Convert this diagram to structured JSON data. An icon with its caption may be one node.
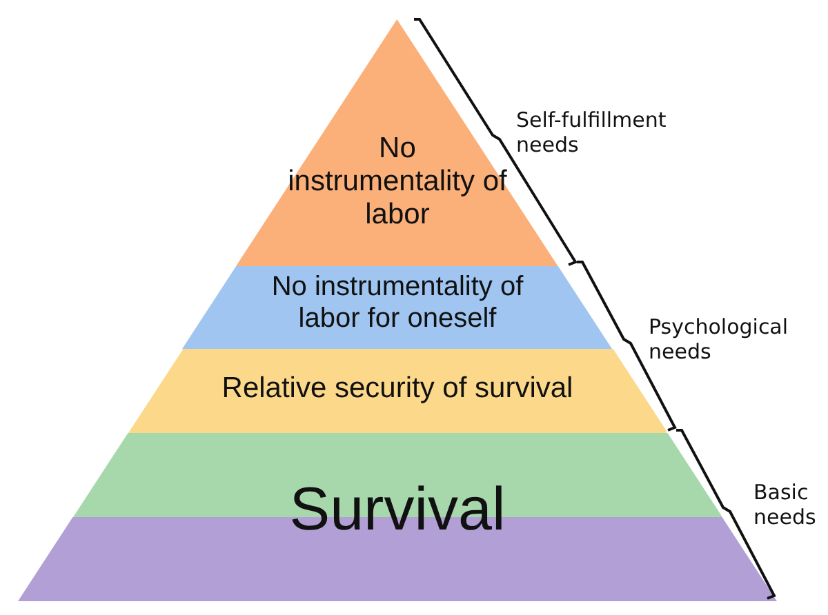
{
  "diagram": {
    "nodes": [
      {
        "text": [
          "No instrumentality of labor"
        ]
      },
      {
        "text": [
          "No instrumentality of labor for oneself"
        ]
      },
      {
        "text": [
          "Relative security of survival"
        ]
      },
      {
        "text": [
          "Survival"
        ]
      },
      {
        "text": [],
        "shape": "band"
      }
    ],
    "labels": [
      "Self-fulfillment needs",
      "Psychological needs",
      "Basic needs"
    ]
  }
}
